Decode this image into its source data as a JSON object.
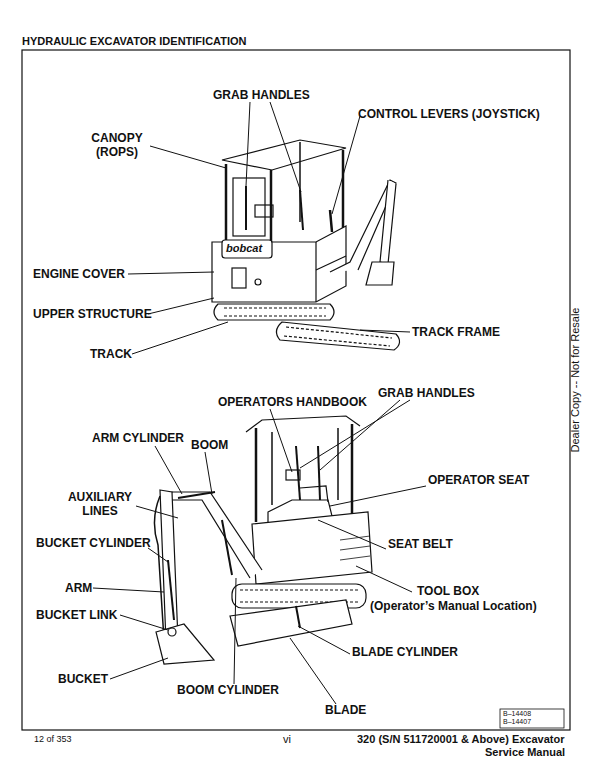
{
  "diagram": {
    "title": "HYDRAULIC EXCAVATOR IDENTIFICATION",
    "labels": [
      "GRAB HANDLES",
      "CONTROL LEVERS (JOYSTICK)",
      "CANOPY (ROPS)",
      "ENGINE COVER",
      "UPPER STRUCTURE",
      "TRACK FRAME",
      "TRACK",
      "bobcat",
      "OPERATORS HANDBOOK",
      "GRAB HANDLES",
      "ARM CYLINDER",
      "BOOM",
      "OPERATOR SEAT",
      "AUXILIARY LINES",
      "SEAT BELT",
      "BUCKET CYLINDER",
      "TOOL BOX",
      "(Operator’s Manual Location)",
      "ARM",
      "BUCKET LINK",
      "BLADE CYLINDER",
      "BUCKET",
      "BOOM CYLINDER",
      "BLADE",
      "B–14408",
      "B–14407",
      "12 of 353",
      "vi",
      "320 (S/N 511720001 & Above) Excavator",
      "Service Manual",
      "Dealer Copy -- Not for Resale"
    ]
  }
}
